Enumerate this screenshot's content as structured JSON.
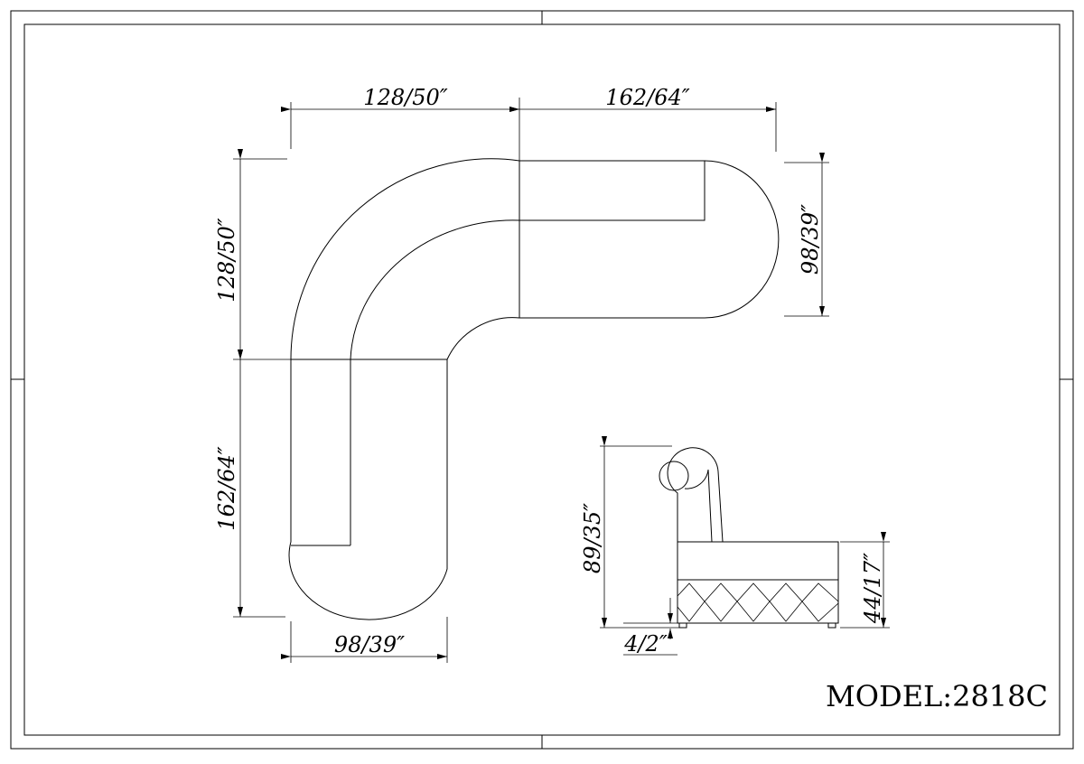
{
  "top_view": {
    "top_left_width": "128/50″",
    "top_right_width": "162/64″",
    "left_upper_height": "128/50″",
    "left_lower_height": "162/64″",
    "right_depth": "98/39″",
    "bottom_width": "98/39″"
  },
  "side_view": {
    "total_height": "89/35″",
    "seat_height": "44/17″",
    "leg_height": "4/2″"
  },
  "model_label": "MODEL:2818C"
}
